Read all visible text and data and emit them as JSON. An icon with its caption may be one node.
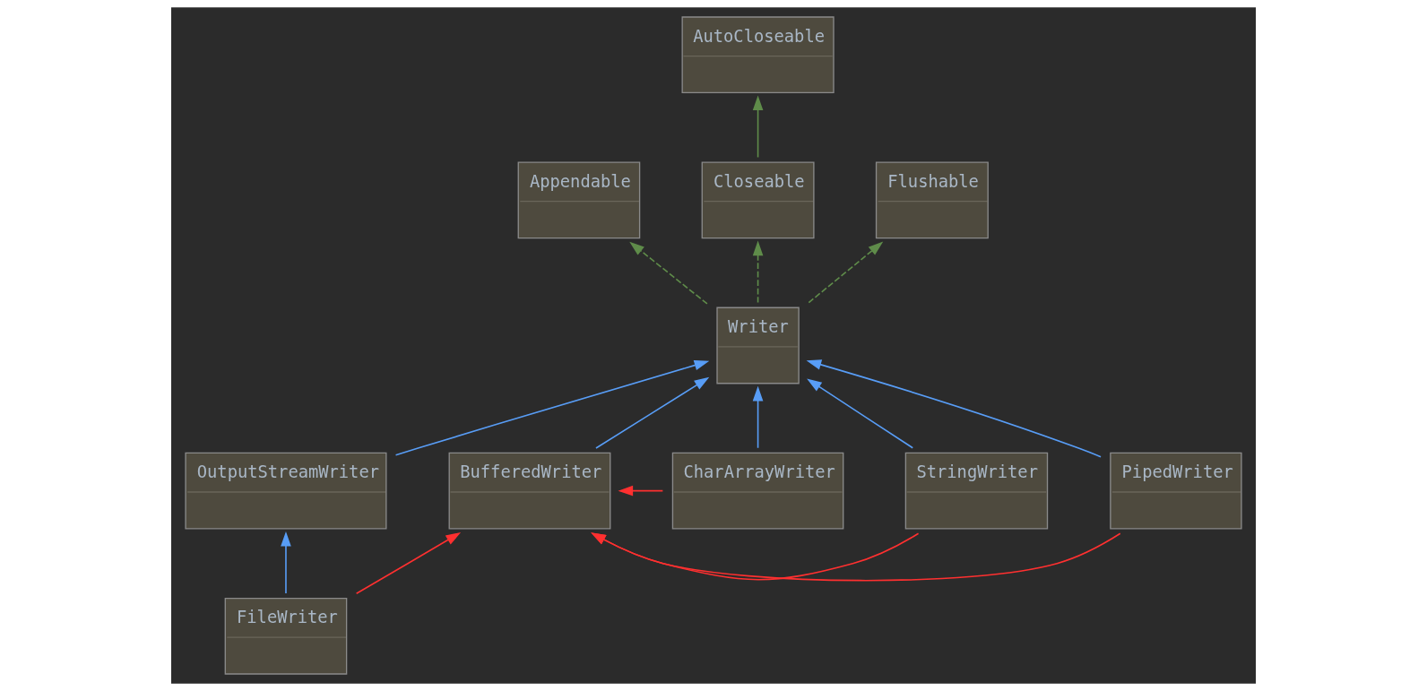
{
  "diagram": {
    "nodes": [
      {
        "text": [
          "AutoCloseable"
        ]
      },
      {
        "text": [
          "Appendable"
        ]
      },
      {
        "text": [
          "Closeable"
        ]
      },
      {
        "text": [
          "Flushable"
        ]
      },
      {
        "text": [
          "Writer"
        ]
      },
      {
        "text": [
          "OutputStreamWriter"
        ]
      },
      {
        "text": [
          "CharArrayWriter"
        ]
      },
      {
        "text": [
          "BufferedWriter"
        ]
      },
      {
        "text": [
          "StringWriter"
        ]
      },
      {
        "text": [
          "PipedWriter"
        ]
      },
      {
        "text": [
          "FileWriter"
        ]
      }
    ],
    "edges": [
      {
        "from": 2,
        "to": 0,
        "arrow": "to",
        "color": "#5f8c4a"
      },
      {
        "from": 4,
        "to": 1,
        "arrow": "to",
        "style": "dashed",
        "color": "#5f8c4a"
      },
      {
        "from": 4,
        "to": 2,
        "arrow": "to",
        "style": "dashed",
        "color": "#5f8c4a"
      },
      {
        "from": 4,
        "to": 3,
        "arrow": "to",
        "style": "dashed",
        "color": "#5f8c4a"
      },
      {
        "from": 5,
        "to": 4,
        "arrow": "to"
      },
      {
        "from": 6,
        "to": 4,
        "arrow": "to"
      },
      {
        "from": 7,
        "to": 4,
        "arrow": "to"
      },
      {
        "from": 8,
        "to": 4,
        "arrow": "to"
      },
      {
        "from": 9,
        "to": 4,
        "arrow": "to"
      },
      {
        "from": 10,
        "to": 5,
        "arrow": "to"
      },
      {
        "from": 10,
        "to": 7,
        "arrow": "to",
        "color": "#ff3030"
      },
      {
        "from": 6,
        "to": 7,
        "arrow": "to",
        "color": "#ff3030"
      },
      {
        "from": 8,
        "to": 7,
        "arrow": "to",
        "color": "#ff3030"
      },
      {
        "from": 9,
        "to": 7,
        "arrow": "to",
        "color": "#ff3030"
      }
    ]
  }
}
